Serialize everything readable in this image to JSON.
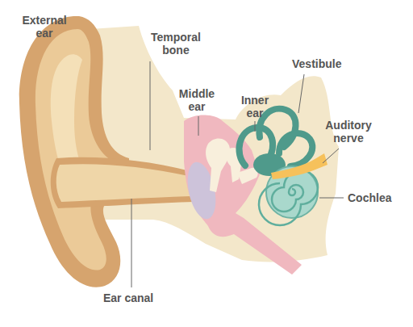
{
  "diagram": {
    "labels": [
      "External ear",
      "Temporal bone",
      "Middle ear",
      "Inner ear",
      "Vestibule",
      "Auditory nerve",
      "Cochlea",
      "Ear canal"
    ]
  }
}
